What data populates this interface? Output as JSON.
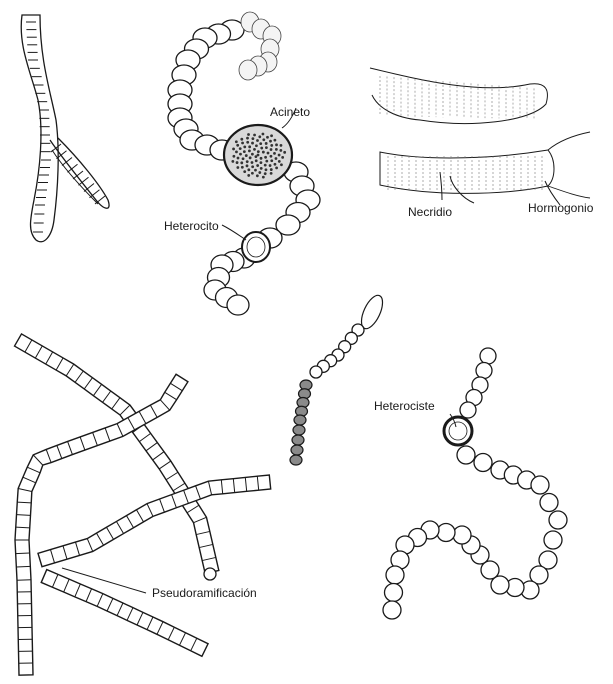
{
  "labels": {
    "akinete": "Acineto",
    "heterocyte": "Heterocito",
    "necridium": "Necridio",
    "hormogonium": "Hormogonio",
    "heterocyst": "Heterociste",
    "false_branching": "Pseudoramificación"
  },
  "colors": {
    "ink": "#1a1a1a",
    "dark_cell": "#8a8a8a",
    "background": "#ffffff"
  }
}
